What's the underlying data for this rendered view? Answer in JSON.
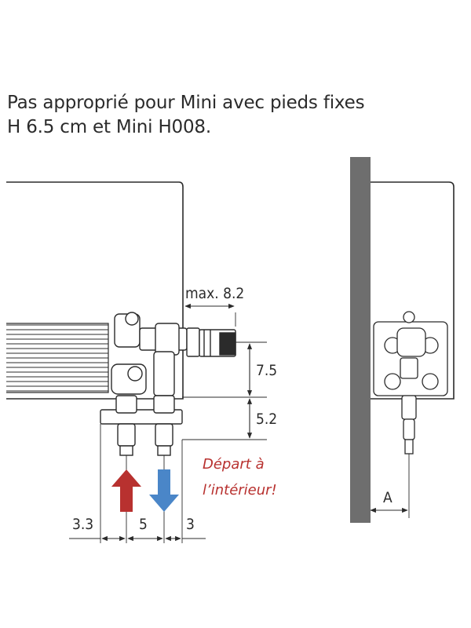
{
  "heading": {
    "line1": "Pas approprié pour Mini avec pieds fixes",
    "line2": "H 6.5 cm et Mini H008."
  },
  "dimensions": {
    "max_clearance": "max. 8.2",
    "upper_height": "7.5",
    "lower_height": "5.2",
    "left_spacing": "3.3",
    "pipe_spacing": "5",
    "right_spacing": "3",
    "wall_distance": "A"
  },
  "note": {
    "line1": "Départ à",
    "line2": "l’intérieur!"
  },
  "colors": {
    "supply_arrow": "#b8312f",
    "return_arrow": "#4a86c8",
    "wall": "#6e6e6e",
    "line": "#2b2b2b",
    "note": "#b8312f"
  },
  "icons": {
    "supply_arrow": "arrow-up-icon",
    "return_arrow": "arrow-down-icon"
  }
}
